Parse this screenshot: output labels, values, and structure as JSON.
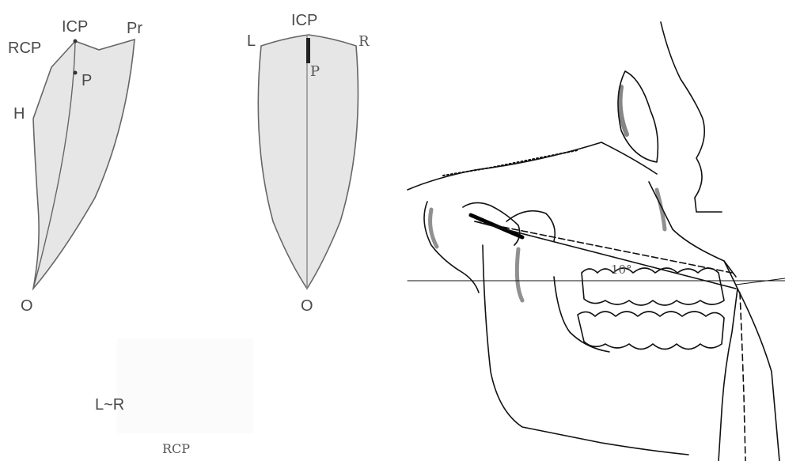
{
  "sagittal_envelope": {
    "labels": {
      "rcp": "RCP",
      "icp": "ICP",
      "pr": "Pr",
      "p": "P",
      "h": "H",
      "o": "O"
    }
  },
  "frontal_envelope": {
    "labels": {
      "icp": "ICP",
      "l": "L",
      "r": "R",
      "p": "P",
      "o": "O"
    }
  },
  "captions": {
    "lr": "L~R",
    "rcp_bottom": "RCP"
  },
  "skull_illustration": {
    "angle_label": "10°"
  },
  "colors": {
    "envelope_fill": "#e6e6e6",
    "outline": "#555555",
    "ink": "#111111"
  }
}
